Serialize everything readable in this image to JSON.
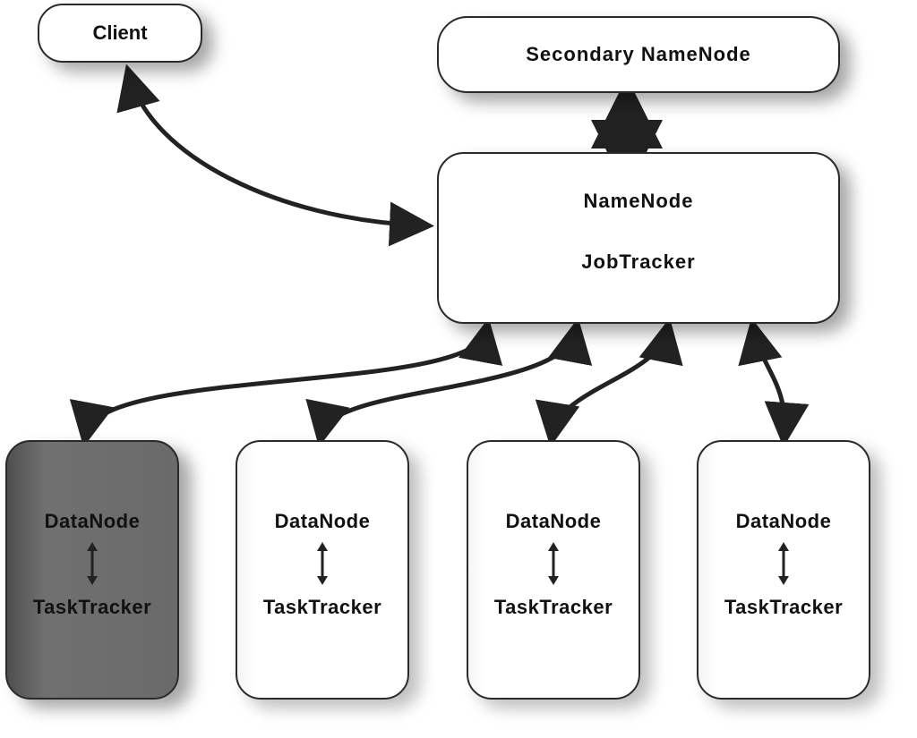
{
  "client": {
    "label": "Client"
  },
  "secondary_namenode": {
    "label": "Secondary NameNode"
  },
  "master": {
    "namenode_label": "NameNode",
    "jobtracker_label": "JobTracker"
  },
  "workers": [
    {
      "datanode_label": "DataNode",
      "tasktracker_label": "TaskTracker",
      "style": "dark"
    },
    {
      "datanode_label": "DataNode",
      "tasktracker_label": "TaskTracker",
      "style": "light"
    },
    {
      "datanode_label": "DataNode",
      "tasktracker_label": "TaskTracker",
      "style": "light"
    },
    {
      "datanode_label": "DataNode",
      "tasktracker_label": "TaskTracker",
      "style": "light"
    }
  ],
  "colors": {
    "stroke": "#222222",
    "dark_worker_fill": "#6a6a6a",
    "background": "#ffffff"
  }
}
